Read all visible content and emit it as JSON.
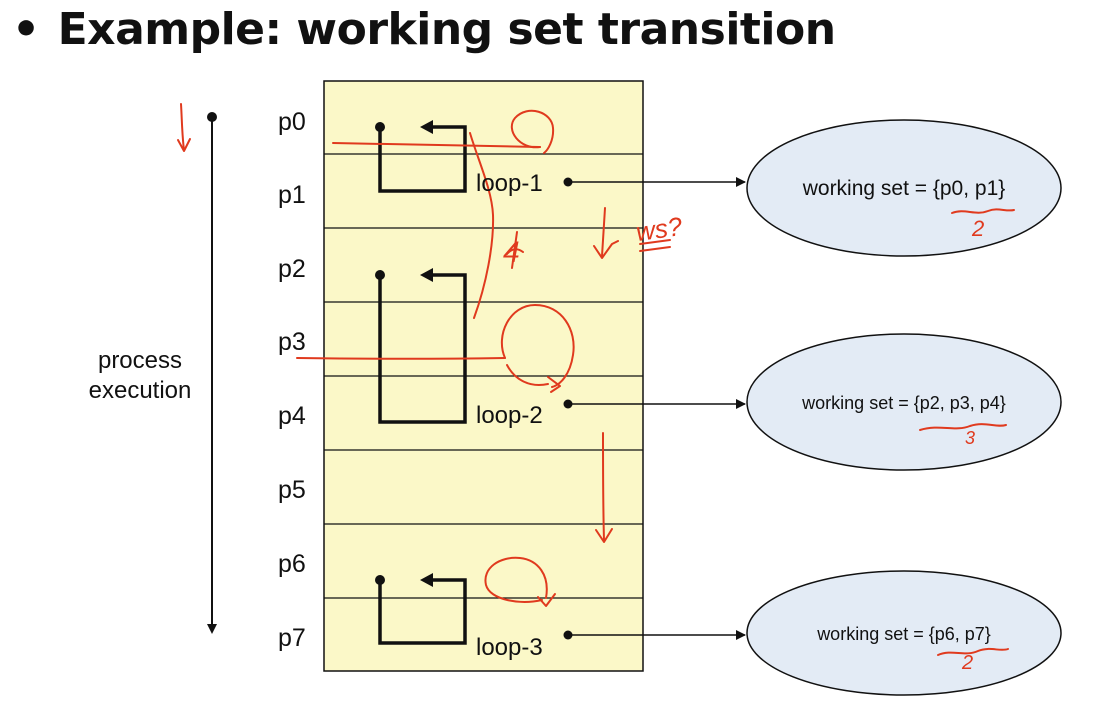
{
  "slide": {
    "bullet": "•",
    "title": "Example: working set transition"
  },
  "axis_label": [
    "process",
    "execution"
  ],
  "pages": [
    "p0",
    "p1",
    "p2",
    "p3",
    "p4",
    "p5",
    "p6",
    "p7"
  ],
  "loops": [
    {
      "label": "loop-1",
      "working_set": "working set = {p0, p1}"
    },
    {
      "label": "loop-2",
      "working_set": "working set = {p2, p3, p4}"
    },
    {
      "label": "loop-3",
      "working_set": "working set = {p6, p7}"
    }
  ],
  "annotations": {
    "ws_question": "ws?",
    "ws1_size": "2",
    "ws2_size": "3",
    "ws3_size": "2",
    "count_note": "4"
  },
  "colors": {
    "memory_fill": "#fbf8c8",
    "ellipse_fill": "#e3ebf5",
    "ink": "#e03a1e",
    "highlight": "#f2d94a"
  }
}
